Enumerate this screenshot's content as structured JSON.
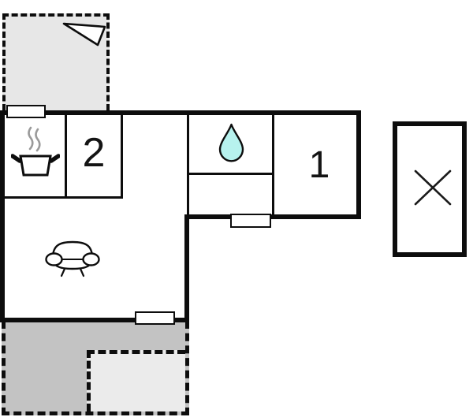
{
  "page": {
    "type": "floor-plan",
    "background": "#ffffff"
  },
  "rooms": {
    "room2": {
      "label": "2"
    },
    "room1": {
      "label": "1"
    }
  },
  "icons": {
    "stove": "stove-pot-with-steam",
    "water_drop": "water-drop",
    "sofa": "sofa",
    "triangle": "roof-window-triangle",
    "cross": "diagonal-cross"
  },
  "colors": {
    "wall": "#0d0d0d",
    "area_top_fill": "#e7e7e7",
    "area_bottom_fill": "#c3c3c3",
    "area_bottom_inner_fill": "#ebebeb",
    "water_drop_fill": "#b7f2ee",
    "steam_stroke": "#9a9a9a"
  }
}
